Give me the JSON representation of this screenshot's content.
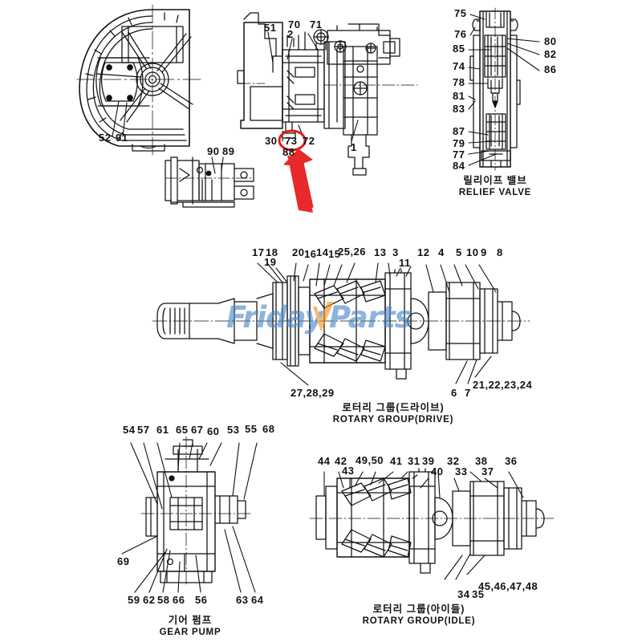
{
  "document": {
    "type": "hydraulic-pump-exploded-parts-diagram",
    "watermark": "FridayParts",
    "watermark_colors": {
      "text": "#4a86c8",
      "accent": "#f0921e"
    }
  },
  "highlight": {
    "part_number": "73",
    "marker_color": "#e01b1b",
    "annotation": "red-circle-and-arrow"
  },
  "sections": [
    {
      "id": "front-cover",
      "caption_kr": "",
      "caption_en": "",
      "callouts": [
        "52",
        "91"
      ]
    },
    {
      "id": "pump-assembly",
      "caption_kr": "",
      "caption_en": "",
      "callouts": [
        "51",
        "70",
        "71",
        "2",
        "30",
        "73",
        "72",
        "88",
        "1"
      ]
    },
    {
      "id": "regulator-sub",
      "caption_kr": "",
      "caption_en": "",
      "callouts": [
        "90",
        "89"
      ]
    },
    {
      "id": "relief-valve",
      "caption_kr": "릴리이프 밸브",
      "caption_en": "RELIEF VALVE",
      "callouts_left": [
        "75",
        "76",
        "85",
        "74",
        "78",
        "81",
        "83",
        "87",
        "79",
        "77",
        "84"
      ],
      "callouts_right": [
        "80",
        "82",
        "86"
      ]
    },
    {
      "id": "rotary-group-drive",
      "caption_kr": "로터리 그룹(드라이브)",
      "caption_en": "ROTARY GROUP(DRIVE)",
      "callouts_top": [
        "17",
        "18",
        "19",
        "20",
        "16",
        "14",
        "15",
        "25,26",
        "13",
        "3",
        "11",
        "12",
        "4",
        "5",
        "10",
        "9",
        "8"
      ],
      "callouts_bottom": [
        "27,28,29",
        "6",
        "7",
        "21,22,23,24"
      ]
    },
    {
      "id": "gear-pump",
      "caption_kr": "기어 펌프",
      "caption_en": "GEAR PUMP",
      "callouts_top": [
        "54",
        "57",
        "61",
        "65",
        "67",
        "60",
        "53",
        "55",
        "68"
      ],
      "callouts_bottom": [
        "59",
        "62",
        "58",
        "66",
        "56",
        "63",
        "64"
      ],
      "callouts_left": [
        "69"
      ]
    },
    {
      "id": "rotary-group-idle",
      "caption_kr": "로터리 그룹(아이들)",
      "caption_en": "ROTARY GROUP(IDLE)",
      "callouts_top": [
        "44",
        "42",
        "43",
        "49,50",
        "41",
        "31",
        "39",
        "40",
        "32",
        "33",
        "38",
        "37",
        "36"
      ],
      "callouts_bottom": [
        "34",
        "35",
        "45,46,47,48"
      ]
    }
  ],
  "labels": {
    "n1": "1",
    "n2": "2",
    "n3": "3",
    "n4": "4",
    "n5": "5",
    "n6": "6",
    "n7": "7",
    "n8": "8",
    "n9": "9",
    "n10": "10",
    "n11": "11",
    "n12": "12",
    "n13": "13",
    "n14": "14",
    "n15": "15",
    "n16": "16",
    "n17": "17",
    "n18": "18",
    "n19": "19",
    "n20": "20",
    "n21_24": "21,22,23,24",
    "n25_26": "25,26",
    "n27_29": "27,28,29",
    "n30": "30",
    "n31": "31",
    "n32": "32",
    "n33": "33",
    "n34": "34",
    "n35": "35",
    "n36": "36",
    "n37": "37",
    "n38": "38",
    "n39": "39",
    "n40": "40",
    "n41": "41",
    "n42": "42",
    "n43": "43",
    "n44": "44",
    "n45_48": "45,46,47,48",
    "n49_50": "49,50",
    "n51": "51",
    "n52": "52",
    "n53": "53",
    "n54": "54",
    "n55": "55",
    "n56": "56",
    "n57": "57",
    "n58": "58",
    "n59": "59",
    "n60": "60",
    "n61": "61",
    "n62": "62",
    "n63": "63",
    "n64": "64",
    "n65": "65",
    "n66": "66",
    "n67": "67",
    "n68": "68",
    "n69": "69",
    "n70": "70",
    "n71": "71",
    "n72": "72",
    "n73": "73",
    "n74": "74",
    "n75": "75",
    "n76": "76",
    "n77": "77",
    "n78": "78",
    "n79": "79",
    "n80": "80",
    "n81": "81",
    "n82": "82",
    "n83": "83",
    "n84": "84",
    "n85": "85",
    "n86": "86",
    "n87": "87",
    "n88": "88",
    "n89": "89",
    "n90": "90",
    "n91": "91"
  },
  "captions": {
    "relief_kr": "릴리이프 밸브",
    "relief_en": "RELIEF VALVE",
    "drive_kr": "로터리 그룹(드라이브)",
    "drive_en": "ROTARY GROUP(DRIVE)",
    "gear_kr": "기어 펌프",
    "gear_en": "GEAR PUMP",
    "idle_kr": "로터리 그룹(아이들)",
    "idle_en": "ROTARY GROUP(IDLE)"
  },
  "watermark": {
    "text_a": "Friday",
    "text_b": "Parts"
  }
}
